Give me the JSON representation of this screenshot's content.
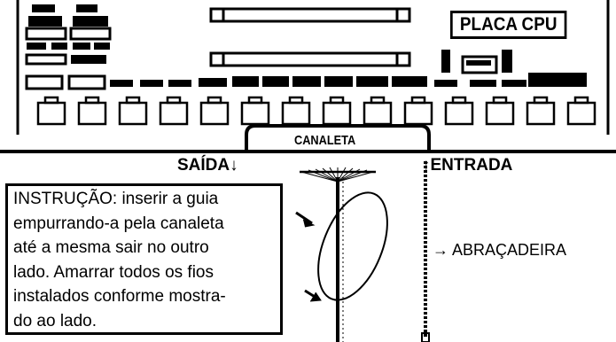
{
  "board": {
    "title": "PLACA CPU"
  },
  "channel": {
    "label": "CANALETA"
  },
  "directions": {
    "exit": "SAÍDA",
    "exit_arrow": "↓",
    "entry_arrow": "↑",
    "entry": "ENTRADA"
  },
  "clamp": {
    "label": "→ ABRAÇADEIRA"
  },
  "instruction": {
    "lines": [
      "INSTRUÇÃO: inserir a guia",
      "empurrando-a pela canaleta",
      "até a mesma sair no outro",
      "lado. Amarrar todos os fios",
      "instalados conforme mostra-",
      "do ao lado."
    ]
  },
  "icons": {
    "board_components": "component-chip-icon",
    "wire_tie": "wire-tie-icon",
    "cable_guide": "cable-guide-icon"
  }
}
